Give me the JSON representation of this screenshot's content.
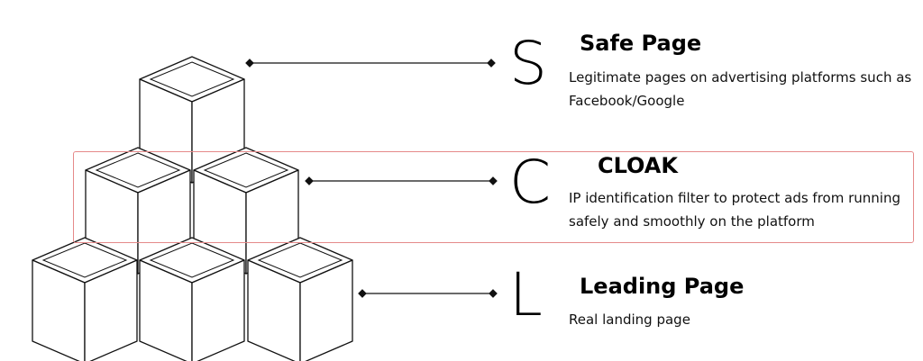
{
  "rows": [
    {
      "letter": "S",
      "title": "Safe Page",
      "description": "Legitimate pages on advertising platforms such as Facebook/Google"
    },
    {
      "letter": "C",
      "title": "CLOAK",
      "description": "IP identification filter to protect ads from running safely and smoothly on the platform"
    },
    {
      "letter": "L",
      "title": "Leading Page",
      "description": "Real landing page"
    }
  ],
  "colors": {
    "highlight": "#e58a8a",
    "line": "#111111"
  }
}
